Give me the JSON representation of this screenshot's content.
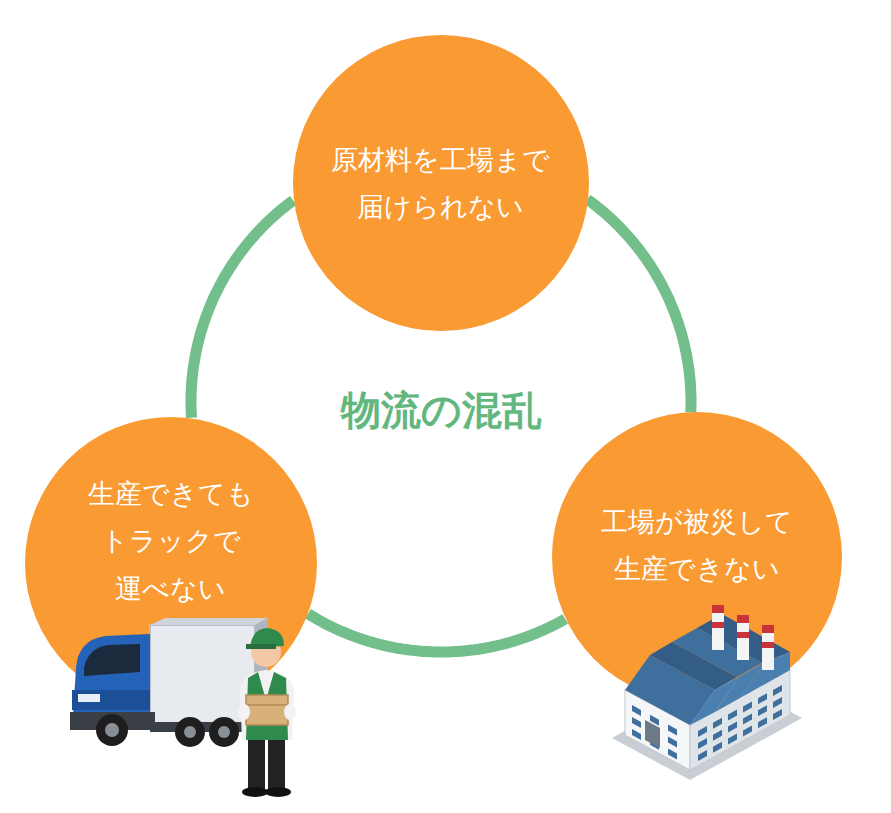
{
  "diagram": {
    "title": "物流の混乱",
    "nodes": [
      {
        "text": [
          "原材料を工場まで 届けられない"
        ]
      },
      {
        "text": [
          "生産できても トラックで 運べない"
        ]
      },
      {
        "text": [
          "工場が被災して 生産できない"
        ]
      }
    ],
    "edges": [
      {
        "from": 0,
        "to": 1,
        "arrow": "none"
      },
      {
        "from": 1,
        "to": 2,
        "arrow": "none"
      },
      {
        "from": 2,
        "to": 0,
        "arrow": "none"
      }
    ]
  }
}
